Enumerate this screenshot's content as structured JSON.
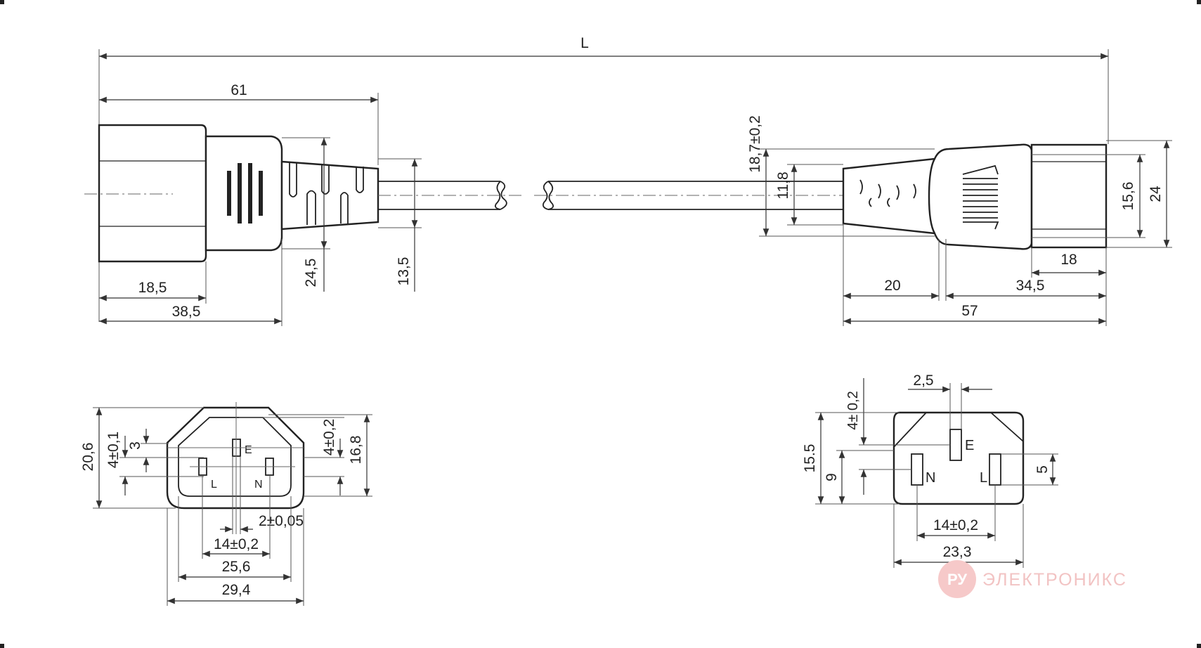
{
  "top_view": {
    "overall_length": "L",
    "left_plug": {
      "d_61": "61",
      "d_18_5": "18,5",
      "d_38_5": "38,5",
      "d_24_5": "24,5",
      "d_13_5": "13,5"
    },
    "right_connector": {
      "d_18_7": "18,7±0,2",
      "d_11_8": "11,8",
      "d_15_6": "15,6",
      "d_24": "24",
      "d_18": "18",
      "d_20": "20",
      "d_34_5": "34,5",
      "d_57": "57"
    }
  },
  "c13_face": {
    "pin_e": "E",
    "pin_l": "L",
    "pin_n": "N",
    "d_20_6": "20,6",
    "d_4_01": "4±0,1",
    "d_3": "3",
    "d_4_02": "4±0,2",
    "d_16_8": "16,8",
    "d_2_005": "2±0,05",
    "d_14_02": "14±0,2",
    "d_25_6": "25,6",
    "d_29_4": "29,4"
  },
  "plug_face": {
    "pin_e": "E",
    "pin_n": "N",
    "pin_l": "L",
    "d_2_5": "2,5",
    "d_4_02": "4± 0,2",
    "d_15_5": "15.5",
    "d_9": "9",
    "d_5": "5",
    "d_14_02": "14±0,2",
    "d_23_3": "23,3"
  },
  "watermark": {
    "badge": "РУ",
    "text": "ЭЛЕКТРОНИКС"
  }
}
